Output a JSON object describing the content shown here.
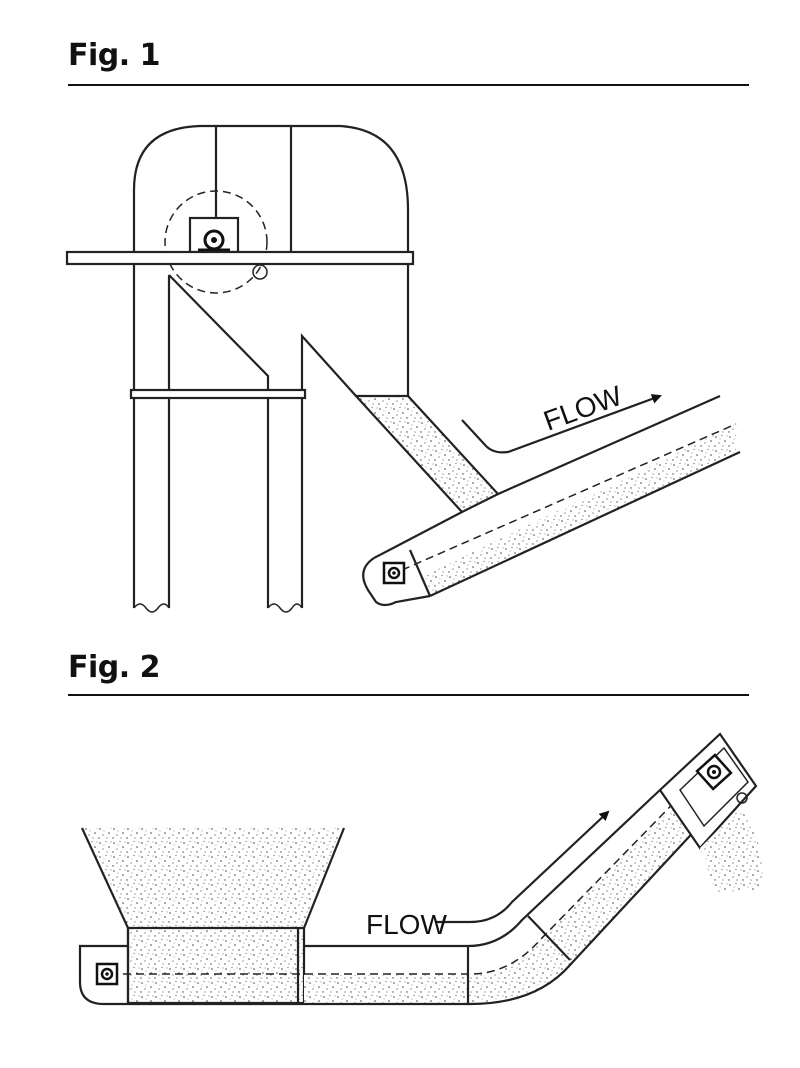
{
  "figures": [
    {
      "id": "fig1",
      "title": "Fig. 1",
      "flow_label": "FLOW"
    },
    {
      "id": "fig2",
      "title": "Fig. 2",
      "flow_label": "FLOW"
    }
  ],
  "colors": {
    "ink": "#222222",
    "background": "#ffffff",
    "granular_fill": "#999999"
  },
  "icons": [
    "sprocket-icon",
    "flow-arrow-icon"
  ]
}
